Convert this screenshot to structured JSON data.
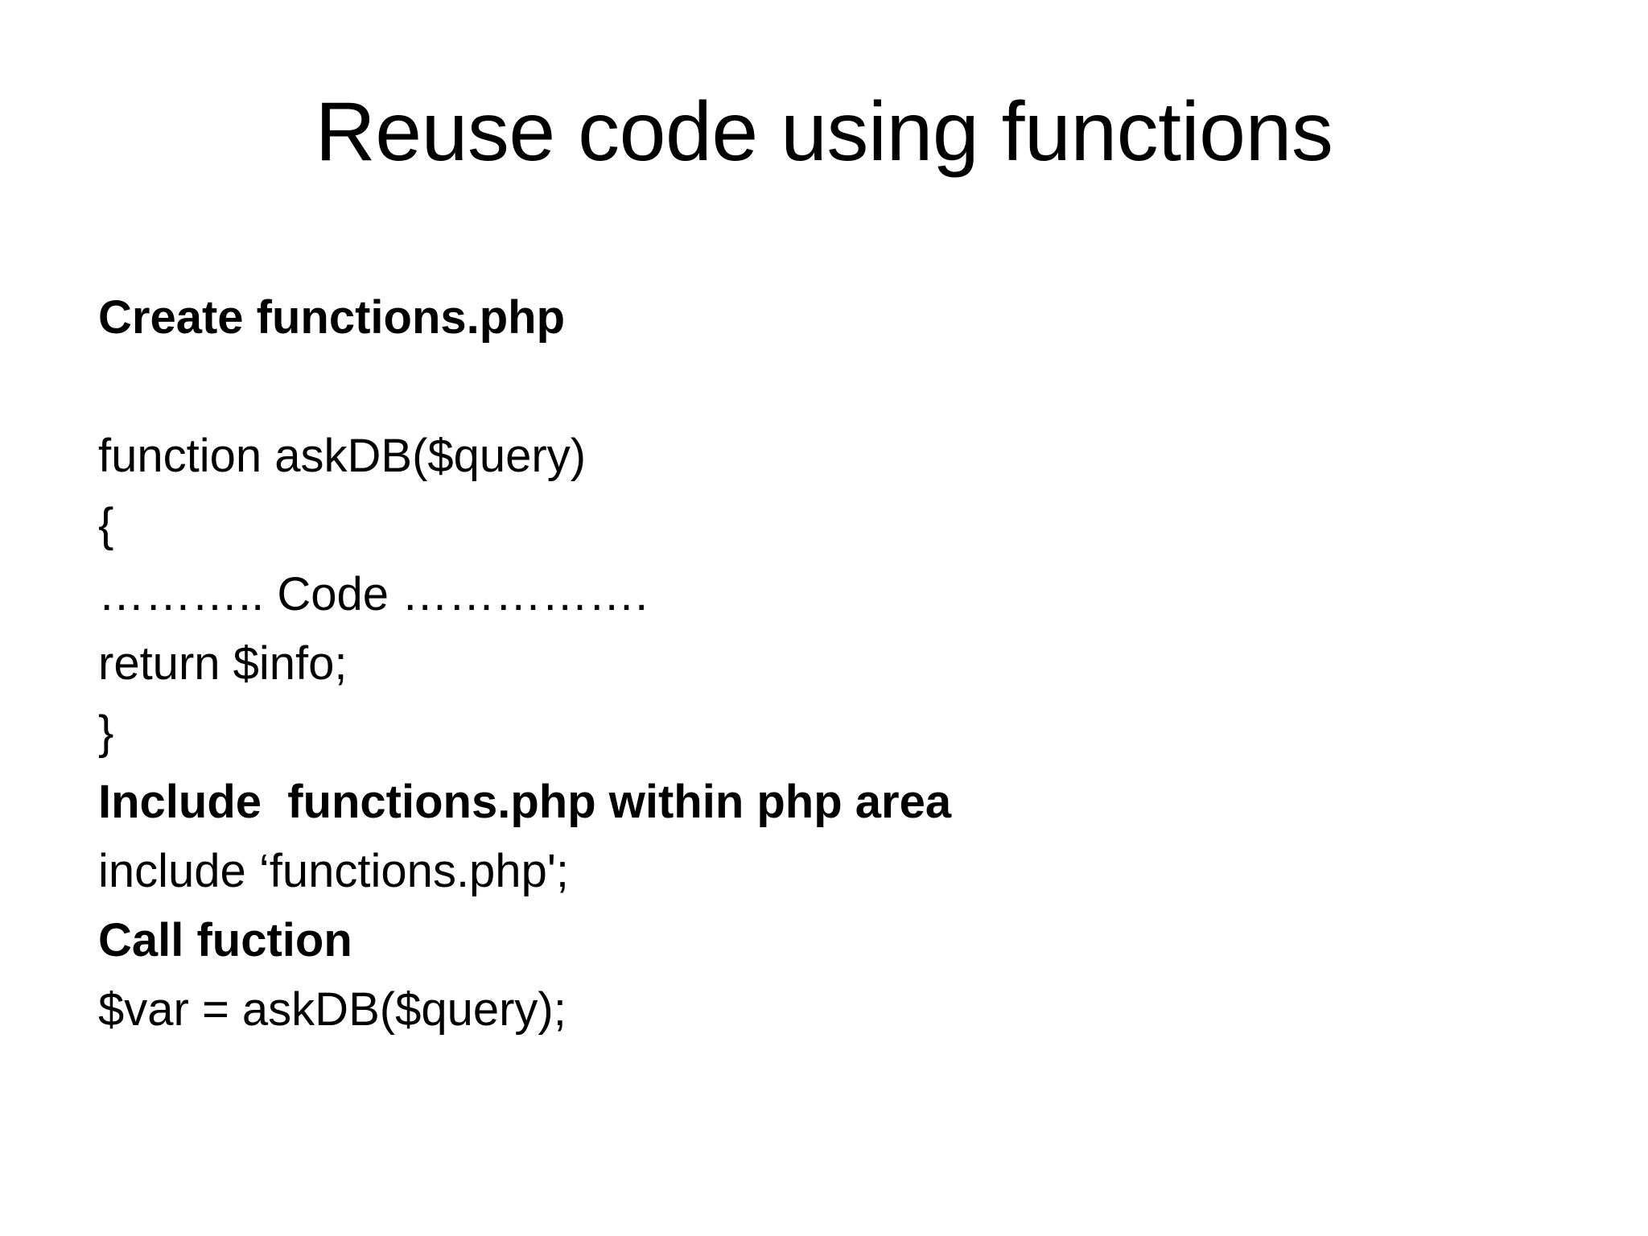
{
  "slide": {
    "background_color": "#ffffff",
    "text_color": "#000000",
    "title": "Reuse code using functions",
    "body_lines": [
      {
        "text": "Create functions.php",
        "bold": true
      },
      {
        "text": "",
        "bold": false
      },
      {
        "text": "function askDB($query)",
        "bold": false
      },
      {
        "text": "{",
        "bold": false
      },
      {
        "text": "……….. Code …………….",
        "bold": false
      },
      {
        "text": "return $info;",
        "bold": false
      },
      {
        "text": "}",
        "bold": false
      },
      {
        "text": "Include  functions.php within php area",
        "bold": true
      },
      {
        "text": "include ‘functions.php';",
        "bold": false
      },
      {
        "text": "Call fuction",
        "bold": true
      },
      {
        "text": "$var = askDB($query);",
        "bold": false
      }
    ]
  }
}
